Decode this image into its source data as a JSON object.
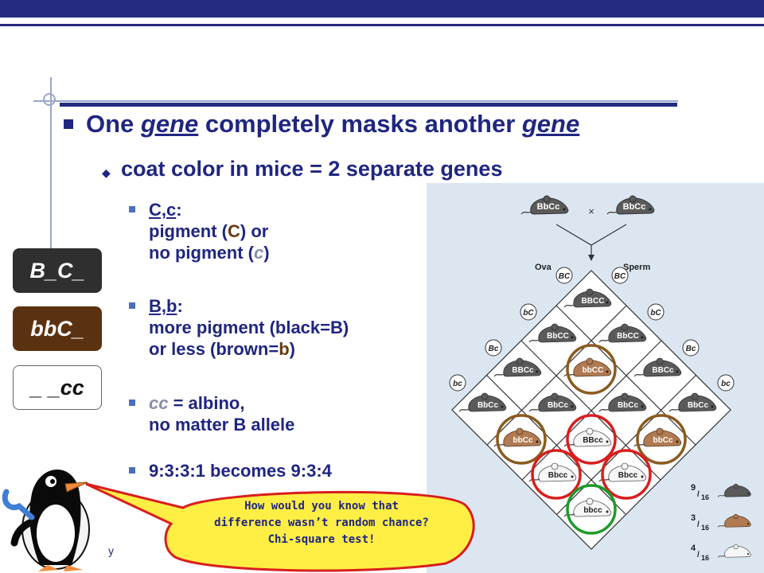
{
  "slide": {
    "point1": {
      "pre": "One ",
      "em1": "gene",
      "mid": " completely masks another ",
      "em2": "gene"
    },
    "point2": "coat color in mice = 2 separate genes",
    "c_gene": {
      "name": "C,c",
      "colon": ":",
      "line2_a": "pigment (",
      "line2_C": "C",
      "line2_b": ") or",
      "line3_a": "no pigment (",
      "line3_c": "c",
      "line3_b": ")"
    },
    "b_gene": {
      "name": "B,b",
      "colon": ":",
      "line2_a": "more pigment (black=",
      "line2_B": "B",
      "line2_b": ")",
      "line3_a": "or less (brown=",
      "line3_b": "b",
      "line3_c": ")"
    },
    "cc_point": {
      "cc": "cc",
      "rest": " = albino,",
      "line2": "no matter B allele"
    },
    "ratio_point": "9:3:3:1 becomes 9:3:4"
  },
  "genotype_boxes": {
    "black": "B_C_",
    "brown": "bbC_",
    "albino": "_ _cc"
  },
  "callout": {
    "line1": "How would you know that",
    "line2": "difference wasn’t random chance?",
    "line3": "Chi-square test!"
  },
  "footer_fragment": "y",
  "figure": {
    "parent1": "BbCc",
    "cross": "×",
    "parent2": "BbCc",
    "ova_label": "Ova",
    "sperm_label": "Sperm",
    "gametes": {
      "BC": "BC",
      "bC": "bC",
      "Bc": "Bc",
      "bc": "bc"
    },
    "cells": {
      "BBCC": "BBCC",
      "BbCC": "BbCC",
      "BBCc": "BBCc",
      "bbCC": "bbCC",
      "BbCc": "BbCc",
      "bbCc": "bbCc",
      "BBcc": "BBcc",
      "Bbcc": "Bbcc",
      "bbcc": "bbcc"
    },
    "ratios": {
      "r9": "9",
      "r3": "3",
      "r4": "4",
      "den": "16"
    }
  },
  "colors": {
    "navy": "#252b80",
    "black_mouse": "#555555",
    "brown_mouse": "#b07a52",
    "albino_mouse": "#f4f4f4",
    "ring_brown": "#8a5a1e",
    "ring_red": "#d81e1e",
    "ring_green": "#1e9a2a",
    "figure_bg": "#dbe6f1",
    "bubble": "#ffee44"
  }
}
